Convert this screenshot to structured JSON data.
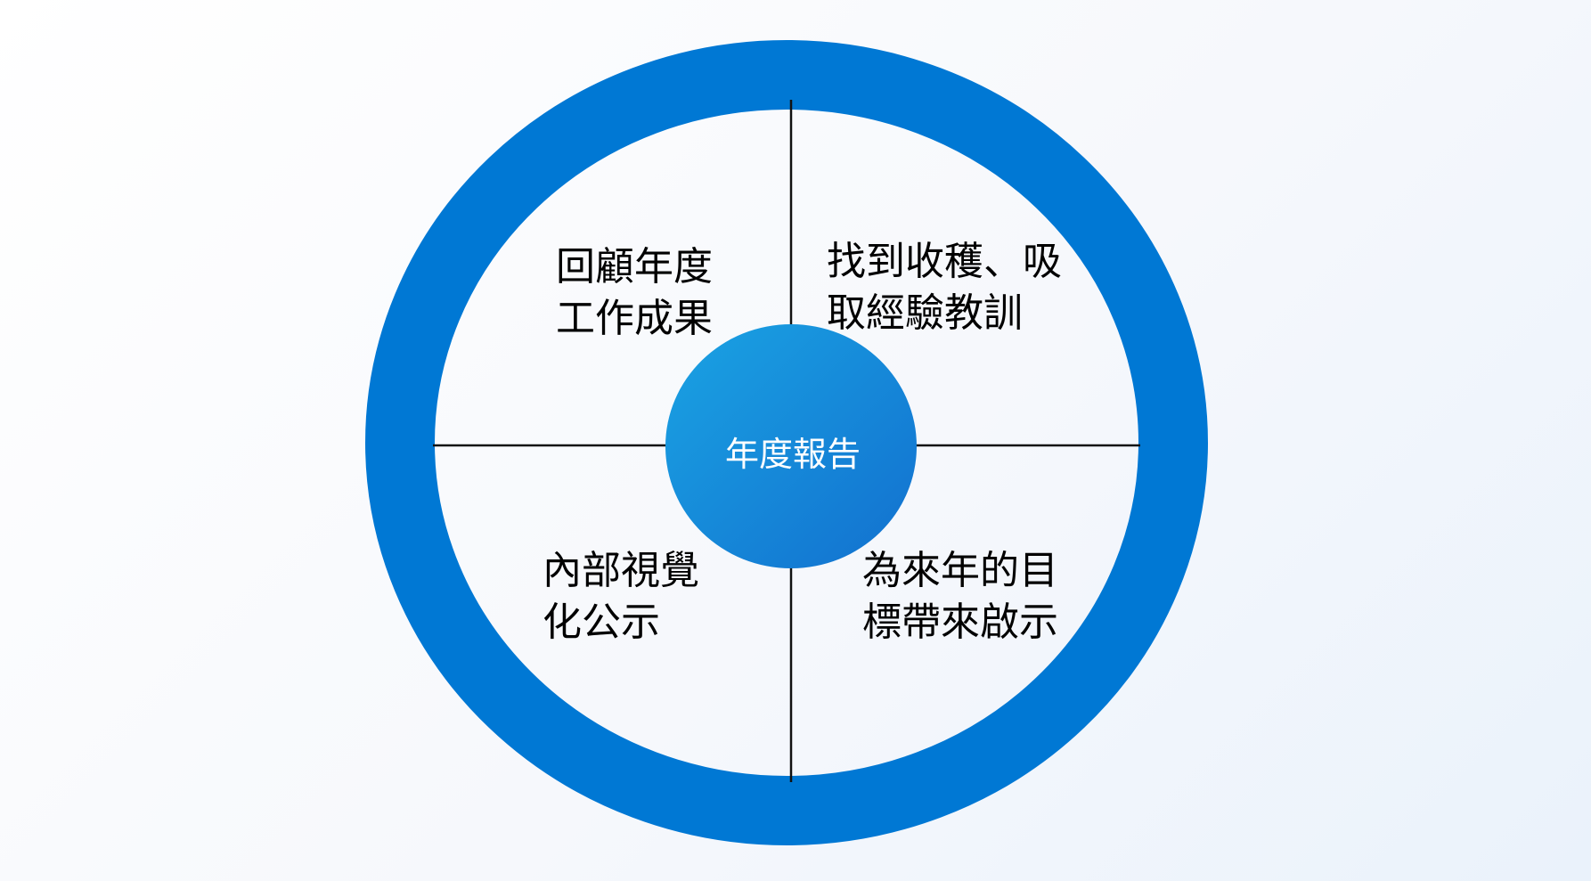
{
  "colors": {
    "ring": "#0078D4",
    "center_start": "#1AA3E3",
    "center_end": "#1270CF",
    "divider": "#111111",
    "text": "#000000",
    "center_text": "#FFFFFF"
  },
  "center": {
    "label": "年度報告"
  },
  "quadrants": {
    "top_left": {
      "lines": [
        "回顧年度",
        "工作成果"
      ]
    },
    "top_right": {
      "lines": [
        "找到收穫、吸",
        "取經驗教訓"
      ]
    },
    "bottom_left": {
      "lines": [
        "內部視覺",
        "化公示"
      ]
    },
    "bottom_right": {
      "lines": [
        "為來年的目",
        "標帶來啟示"
      ]
    }
  }
}
